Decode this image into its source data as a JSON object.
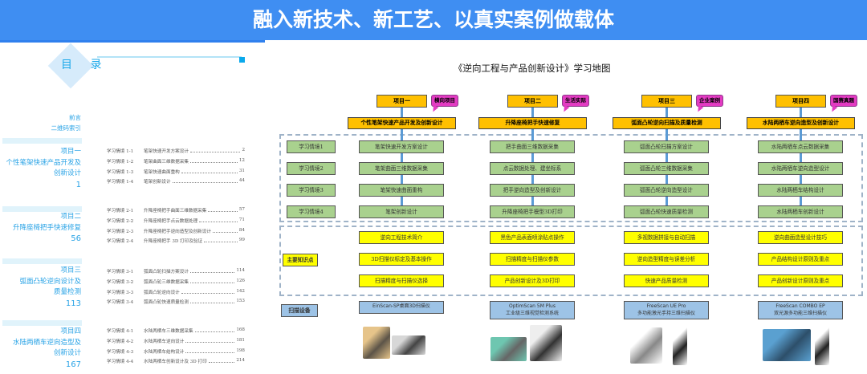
{
  "banner": "融入新技术、新工艺、以真实案例做载体",
  "toc": {
    "title": "目 录",
    "front": [
      "前言",
      "二维码索引"
    ],
    "projects": [
      {
        "lines": [
          "项目一",
          "个性笔架快速产品开发及",
          "创新设计"
        ],
        "page": "1",
        "entries": [
          [
            "学习情境 1-1",
            "笔架快速开发方案设计",
            "2"
          ],
          [
            "学习情境 1-2",
            "笔架曲面三维数据采集",
            "12"
          ],
          [
            "学习情境 1-3",
            "笔架快速曲面重构",
            "31"
          ],
          [
            "学习情境 1-4",
            "笔架创新设计",
            "44"
          ]
        ]
      },
      {
        "lines": [
          "项目二",
          "升降座椅把手快速修复"
        ],
        "page": "56",
        "entries": [
          [
            "学习情境 2-1",
            "升降座椅把手曲面三维数据采集",
            "57"
          ],
          [
            "学习情境 2-2",
            "升降座椅把手点云数据处理",
            "71"
          ],
          [
            "学习情境 2-3",
            "升降座椅把手逆向造型及创新设计",
            "84"
          ],
          [
            "学习情境 2-4",
            "升降座椅把手 3D 打印及验证",
            "99"
          ]
        ]
      },
      {
        "lines": [
          "项目三",
          "弧面凸轮逆向设计及",
          "质量检测"
        ],
        "page": "113",
        "entries": [
          [
            "学习情境 3-1",
            "弧面凸轮扫描方案设计",
            "114"
          ],
          [
            "学习情境 3-2",
            "弧面凸轮三维数据采集",
            "126"
          ],
          [
            "学习情境 3-3",
            "弧面凸轮逆向设计",
            "142"
          ],
          [
            "学习情境 3-4",
            "弧面凸轮快速质量检测",
            "153"
          ]
        ]
      },
      {
        "lines": [
          "项目四",
          "水陆两栖车逆向造型及",
          "创新设计"
        ],
        "page": "167",
        "entries": [
          [
            "学习情境 4-1",
            "水陆两栖车三维数据采集",
            "168"
          ],
          [
            "学习情境 4-2",
            "水陆两栖车逆向设计",
            "181"
          ],
          [
            "学习情境 4-3",
            "水陆两栖车结构设计",
            "198"
          ],
          [
            "学习情境 4-4",
            "水陆两栖车创新设计及 3D 打印",
            "214"
          ]
        ]
      }
    ]
  },
  "map": {
    "title": "《逆向工程与产品创新设计》学习地图",
    "situations": [
      "学习情境1",
      "学习情境2",
      "学习情境3",
      "学习情境4"
    ],
    "knowledge_label": "主要知识点",
    "device_label": "扫描设备",
    "columns": [
      {
        "project": "项目一",
        "tag": "横向项目",
        "title": "个性笔架快速产品开发及创新设计",
        "steps": [
          "笔架快速开发方案设计",
          "笔架曲面三维数据采集",
          "笔架快速曲面重构",
          "笔架创新设计"
        ],
        "knowledge": [
          "逆向工程技术简介",
          "3D扫描仪标定及基本操作",
          "扫描精度与扫描仪选择"
        ],
        "device": [
          "EinScan-SP桌面3D扫描仪"
        ]
      },
      {
        "project": "项目二",
        "tag": "生活实际",
        "title": "升降座椅把手快速修复",
        "steps": [
          "把手曲面三维数据采集",
          "点云数据处理、建坐标系",
          "把手逆向造型及创新设计",
          "升降座椅把手模型3D打印"
        ],
        "knowledge": [
          "黑色产品表面喷涂贴点操作",
          "扫描精度与扫描仪参数",
          "产品创新设计及3D打印"
        ],
        "device": [
          "OptimScan 5M Plus",
          "工业级三维视觉检测系统"
        ]
      },
      {
        "project": "项目三",
        "tag": "企业案例",
        "title": "弧面凸轮逆向扫描及质量检测",
        "steps": [
          "弧面凸轮扫描方案设计",
          "弧面凸轮三维数据采集",
          "弧面凸轮逆向造型设计",
          "弧面凸轮快速质量检测"
        ],
        "knowledge": [
          "多视数据拼接与自动扫描",
          "逆向造型精度与误差分析",
          "快速产品质量检测"
        ],
        "device": [
          "FreeScan UE Pro",
          "多功能激光手持三维扫描仪"
        ]
      },
      {
        "project": "项目四",
        "tag": "国赛真题",
        "title": "水陆两栖车逆向造型及创新设计",
        "steps": [
          "水陆两栖车点云数据采集",
          "水陆两栖车逆向造型设计",
          "水陆两栖车结构设计",
          "水陆两栖车创新设计"
        ],
        "knowledge": [
          "逆向曲面造型设计技巧",
          "产品结构设计原则及重点",
          "产品创新设计原则及重点"
        ],
        "device": [
          "FreeScan COMBO EP",
          "双光源多功能三维扫描仪"
        ]
      }
    ]
  },
  "colors": {
    "banner": "#3f8ef2",
    "accent": "#29a3e6",
    "project": "#ffc000",
    "tag": "#e33bc2",
    "step": "#a9d18e",
    "knowledge": "#ffff00",
    "device": "#9dc3e6"
  }
}
